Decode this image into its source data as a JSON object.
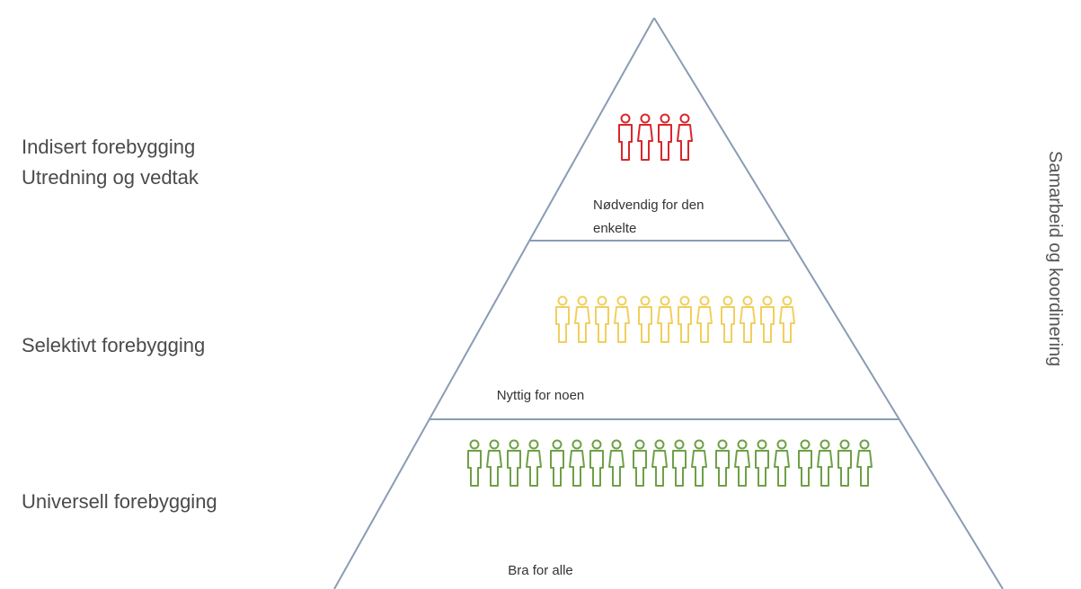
{
  "left_labels": {
    "indicated": [
      "Indisert forebygging",
      "Utredning og vedtak"
    ],
    "selective": "Selektivt forebygging",
    "universal": "Universell forebygging"
  },
  "tiers": {
    "top": {
      "caption": [
        "Nødvendig for den",
        "enkelte"
      ],
      "groups": 1,
      "people_per_group": 4,
      "color": "#d9262c"
    },
    "middle": {
      "caption": "Nyttig for noen",
      "groups": 3,
      "people_per_group": 4,
      "color": "#f1cf5d"
    },
    "bottom": {
      "caption": "Bra for alle",
      "groups": 5,
      "people_per_group": 4,
      "color": "#6ea046"
    }
  },
  "right_label": "Samarbeid og koordinering",
  "colors": {
    "pyramid_outline": "#8a9bb5",
    "text": "#4a4a4a"
  },
  "icons": {
    "person": "person-outline-icon"
  }
}
